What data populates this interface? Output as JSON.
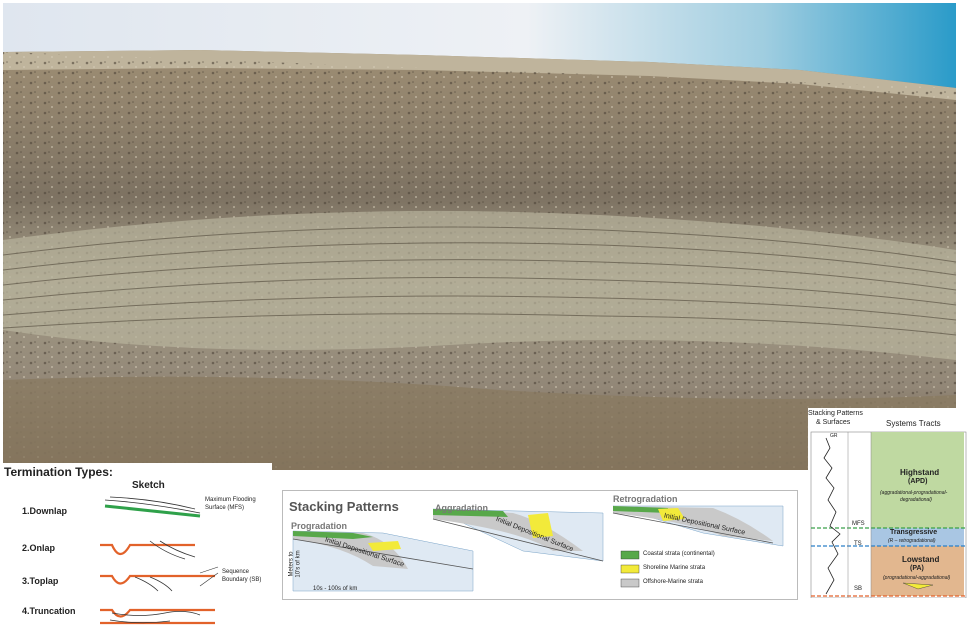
{
  "termination": {
    "title": "Termination Types:",
    "sketch_label": "Sketch",
    "types": [
      "1.Downlap",
      "2.Onlap",
      "3.Toplap",
      "4.Truncation"
    ],
    "mfs_label_1": "Maximum Flooding",
    "mfs_label_2": "Surface (MFS)",
    "sb_label_1": "Sequence",
    "sb_label_2": "Boundary (SB)"
  },
  "stacking": {
    "title": "Stacking Patterns",
    "progradation": "Progradation",
    "aggradation": "Aggradation",
    "retrogradation": "Retrogradation",
    "ids_label": "Initial Depositional Surface",
    "y_axis_1": "Meters to",
    "y_axis_2": "10's of km",
    "x_axis": "10s - 100s of km",
    "legend": [
      "Coastal strata (continental)",
      "Shoreline Marine strata",
      "Offshore-Marine strata"
    ],
    "legend_colors": [
      "#58a84a",
      "#f2ea3a",
      "#c9c9c9"
    ]
  },
  "tracts": {
    "header_left_1": "Stacking Patterns",
    "header_left_2": "& Surfaces",
    "header_right": "Systems Tracts",
    "gr_label": "GR",
    "surfaces": [
      "MFS",
      "TS",
      "SB"
    ],
    "highstand_1": "Highstand",
    "highstand_2": "(APD)",
    "highstand_3": "(aggradational-progradational-",
    "highstand_4": "degradational)",
    "transgressive_1": "Transgressive",
    "transgressive_2": "(R – retrogradational)",
    "lowstand_1": "Lowstand",
    "lowstand_2": "(PA)",
    "lowstand_3": "(progradational-aggradational)",
    "colors": {
      "highstand": "#bfd9a1",
      "transgressive": "#a9c6e3",
      "lowstand": "#e2b78f"
    }
  }
}
